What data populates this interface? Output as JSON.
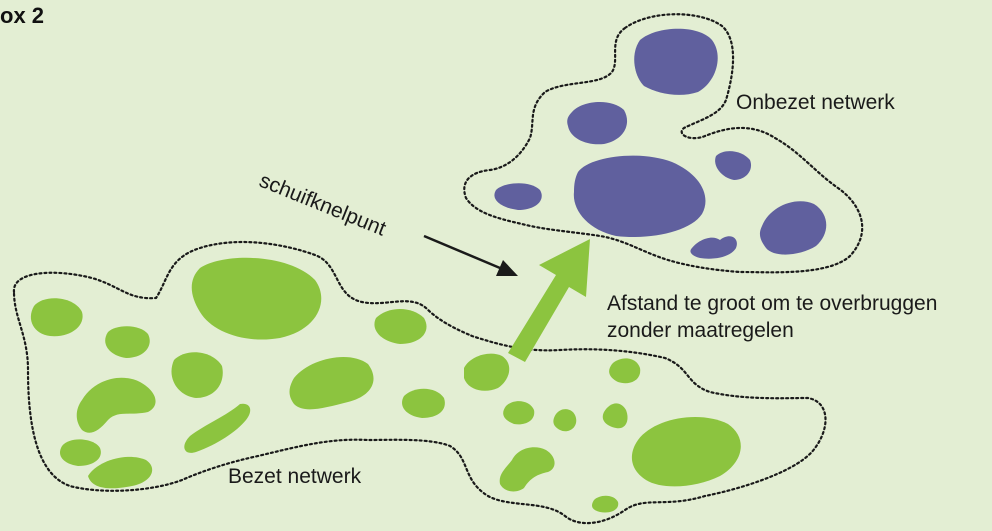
{
  "box_title": "ox 2",
  "labels": {
    "unoccupied_network": "Onbezet netwerk",
    "occupied_network": "Bezet netwerk",
    "bottleneck": "schuifknelpunt",
    "distance_line1": "Afstand te groot om te overbruggen",
    "distance_line2": "zonder maatregelen"
  },
  "colors": {
    "background": "#e3eed3",
    "occupied_patch": "#8cc43f",
    "unoccupied_patch": "#60609e",
    "outline": "#1a1a1a",
    "arrow": "#8cc43f"
  }
}
